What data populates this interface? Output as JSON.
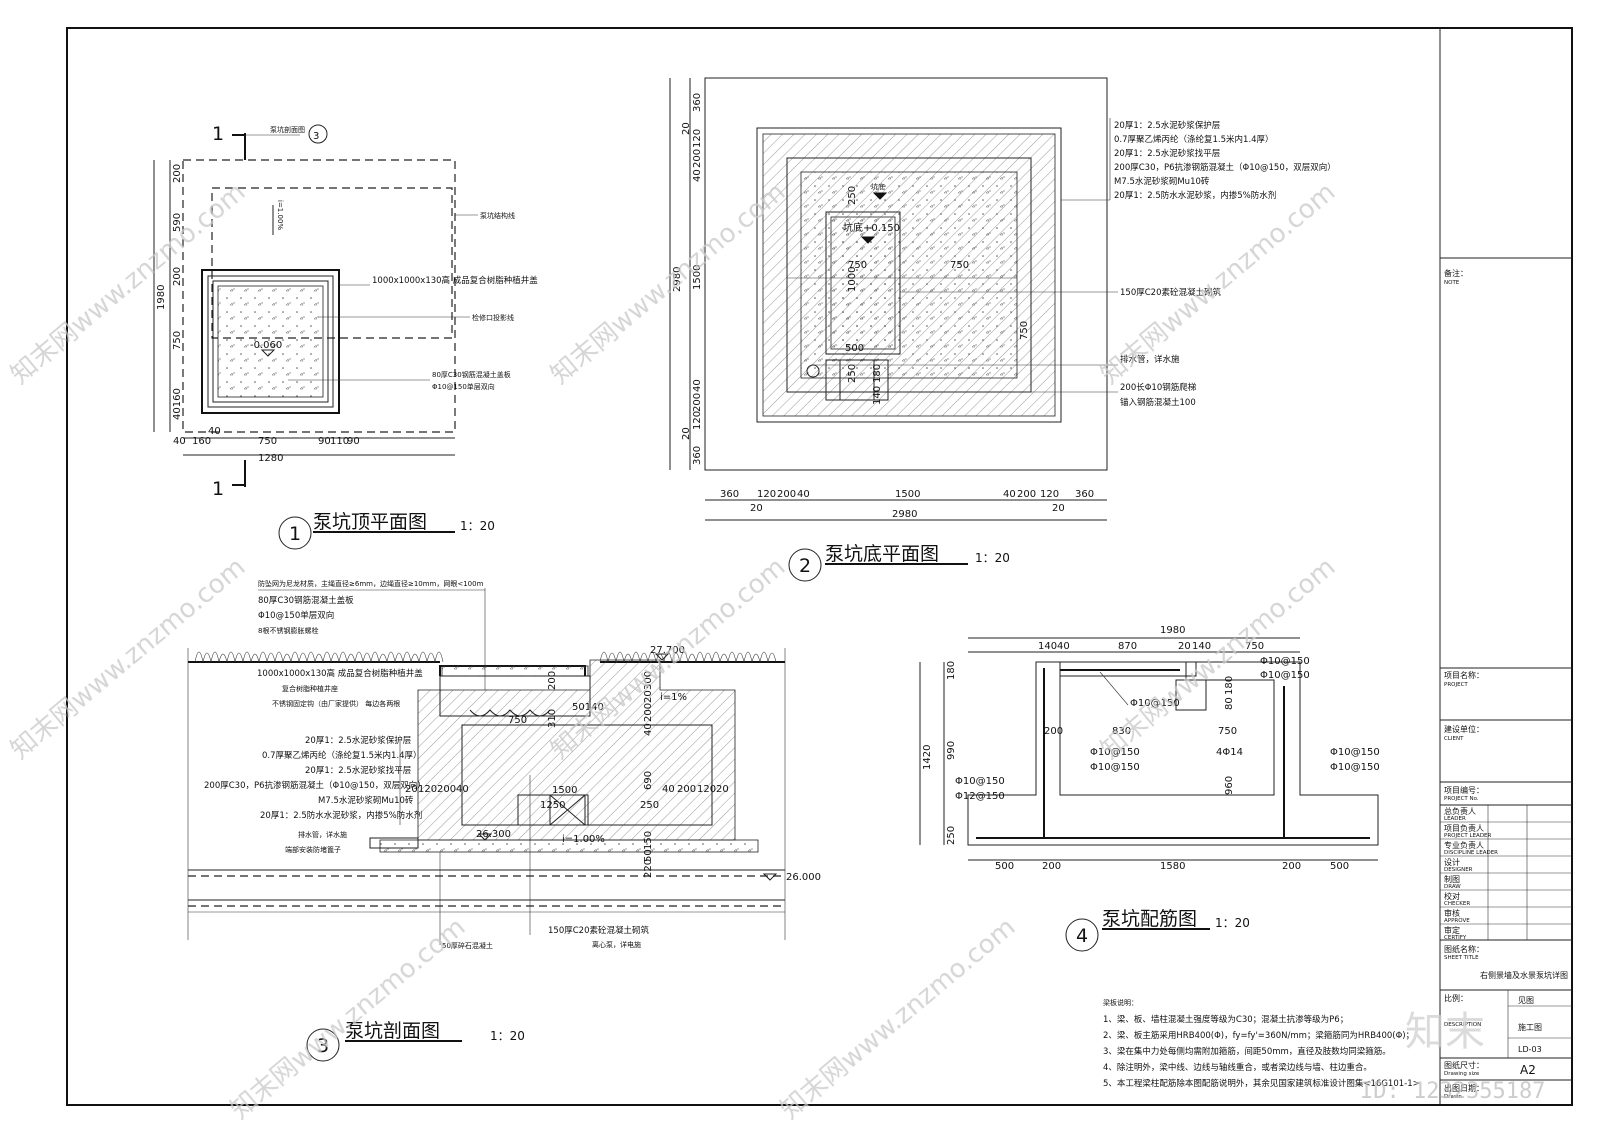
{
  "drawings": {
    "d1": {
      "num": "1",
      "title": "泵坑顶平面图",
      "scale": "1：20"
    },
    "d2": {
      "num": "2",
      "title": "泵坑底平面图",
      "scale": "1：20"
    },
    "d3": {
      "num": "3",
      "title": "泵坑剖面图",
      "scale": "1：20"
    },
    "d4": {
      "num": "4",
      "title": "泵坑配筋图",
      "scale": "1：20"
    }
  },
  "plan1": {
    "section_mark": "1",
    "section_ref": "泵坑剖面图",
    "section_ref_num": "3",
    "slope": "i=1.00%",
    "elev": "-0.060",
    "notes": [
      "泵坑结构线",
      "1000x1000x130高 成品复合树脂种植井盖",
      "检修口投影线",
      "80厚C30钢筋混凝土盖板",
      "Φ10@150单层双向"
    ],
    "dims_left": [
      "200",
      "590",
      "200",
      "750",
      "40160",
      "40"
    ],
    "dim_left_total": "1980",
    "dims_bottom": [
      "40",
      "160",
      "40",
      "750",
      "90",
      "110",
      "90"
    ],
    "dim_bottom_total": "1280"
  },
  "plan2": {
    "notes": [
      "20厚1：2.5水泥砂浆保护层",
      "0.7厚聚乙烯丙纶（涤纶复1.5米内1.4厚）",
      "20厚1：2.5水泥砂浆找平层",
      "200厚C30，P6抗渗钢筋混凝土（Φ10@150，双层双向）",
      "M7.5水泥砂浆砌Mu10砖",
      "20厚1：2.5防水水泥砂浆，内掺5%防水剂",
      "150厚C20素砼混凝土砌筑",
      "排水管，详水施",
      "200长Φ10钢筋爬梯",
      "锚入钢筋混凝土100"
    ],
    "pit_label": "坑底",
    "pit_elev": "坑底+0.150",
    "dims_inner": [
      "250",
      "1000",
      "750",
      "750",
      "750",
      "500",
      "250",
      "180",
      "140"
    ],
    "dims_left": [
      "360",
      "120",
      "20",
      "200",
      "40",
      "1500",
      "40",
      "200",
      "120",
      "20",
      "360"
    ],
    "dim_left_total": "2980",
    "dims_bottom": [
      "360",
      "120",
      "200",
      "40",
      "1500",
      "40",
      "200",
      "120",
      "360"
    ],
    "dims_bottom2": [
      "20",
      "20"
    ],
    "dim_bottom_total": "2980"
  },
  "section": {
    "top_notes": [
      "防坠网为尼龙材质，主绳直径≥6mm，边绳直径≥10mm，网眼<100m",
      "80厚C30钢筋混凝土盖板",
      "Φ10@150单层双向",
      "8根不锈钢膨胀螺栓"
    ],
    "left_notes": [
      "1000x1000x130高 成品复合树脂种植井盖",
      "复合树脂种植井座",
      "不锈钢固定钩（由厂家提供）  每边各两根",
      "20厚1：2.5水泥砂浆保护层",
      "0.7厚聚乙烯丙纶（涤纶复1.5米内1.4厚）",
      "20厚1：2.5水泥砂浆找平层",
      "200厚C30，P6抗渗钢筋混凝土（Φ10@150，双层双向）",
      "M7.5水泥砂浆砌Mu10砖",
      "20厚1：2.5防水水泥砂浆，内掺5%防水剂",
      "排水管，详水施",
      "端部安装防堵篦子"
    ],
    "bottom_notes": [
      "50厚碎石混凝土",
      "150厚C20素砼混凝土砌筑",
      "离心泵，详电施"
    ],
    "elevations": [
      "27.700",
      "26.300",
      "26.000"
    ],
    "slopes": [
      "i=1%",
      "i=1.00%"
    ],
    "dims": [
      "750",
      "200",
      "50140",
      "310",
      "300",
      "20",
      "200",
      "40",
      "690",
      "250",
      "150",
      "50",
      "220",
      "1500",
      "1250",
      "20",
      "120",
      "200",
      "40",
      "40",
      "200",
      "120",
      "20"
    ]
  },
  "rebar": {
    "dims_top": [
      "1980"
    ],
    "dims_top2": [
      "140",
      "40",
      "870",
      "20",
      "140",
      "750"
    ],
    "dims_left": [
      "180",
      "990",
      "250"
    ],
    "dim_left_total": "1420",
    "dims_bottom": [
      "500",
      "200",
      "1580",
      "200",
      "500"
    ],
    "dim_mid": [
      "200",
      "830",
      "750",
      "960",
      "180",
      "80"
    ],
    "bars": [
      "Φ10@150",
      "Φ10@150",
      "Φ10@150",
      "Φ10@150",
      "Φ10@150",
      "4Φ14",
      "Φ10@150",
      "Φ10@150",
      "Φ10@150",
      "Φ12@150"
    ]
  },
  "design_notes": {
    "title": "梁板说明：",
    "items": [
      "1、梁、板、墙柱混凝土强度等级为C30；混凝土抗渗等级为P6；",
      "2、梁、板主筋采用HRB400(Φ)，fy=fy'=360N/mm；梁箍筋同为HRB400(Φ)；",
      "3、梁在集中力处每侧均需附加箍筋，间距50mm，直径及肢数均同梁箍筋。",
      "4、除注明外，梁中线、边线与轴线重合，或者梁边线与墙、柱边重合。",
      "5、本工程梁柱配筋除本图配筋说明外，其余见国家建筑标准设计图集<16G101-1>"
    ]
  },
  "title_block": {
    "note": "备注：",
    "note_en": "NOTE",
    "project": "项目名称：",
    "project_en": "PROJECT",
    "client": "建设单位：",
    "client_en": "CLIENT",
    "project_no": "项目编号：",
    "project_no_en": "PROJECT No.",
    "rows": [
      {
        "cn": "总负责人",
        "en": "LEADER"
      },
      {
        "cn": "项目负责人",
        "en": "PROJECT LEADER"
      },
      {
        "cn": "专业负责人",
        "en": "DISCIPLINE LEADER"
      },
      {
        "cn": "设计",
        "en": "DESIGNER"
      },
      {
        "cn": "制图",
        "en": "DRAW"
      },
      {
        "cn": "校对",
        "en": "CHECKER"
      },
      {
        "cn": "审核",
        "en": "APPROVE"
      },
      {
        "cn": "审定",
        "en": "CERTIFY"
      }
    ],
    "sheet_title_label": "图纸名称：",
    "sheet_title_en": "SHEET TITLE",
    "sheet_title": "右侧景墙及水景泵坑详图",
    "scale_label": "比例：",
    "scale_value": "见图",
    "desc_label": "DESCRIPTION",
    "desc_value": "施工图",
    "no_value": "LD-03",
    "size_label": "图纸尺寸：",
    "size_en": "Drawing size",
    "size_value": "A2",
    "date_label": "出图日期：",
    "date_en": "Drawn"
  },
  "watermark": {
    "text": "知末网www.znzmo.com",
    "logo": "知末",
    "id": "ID: 1232355187"
  }
}
